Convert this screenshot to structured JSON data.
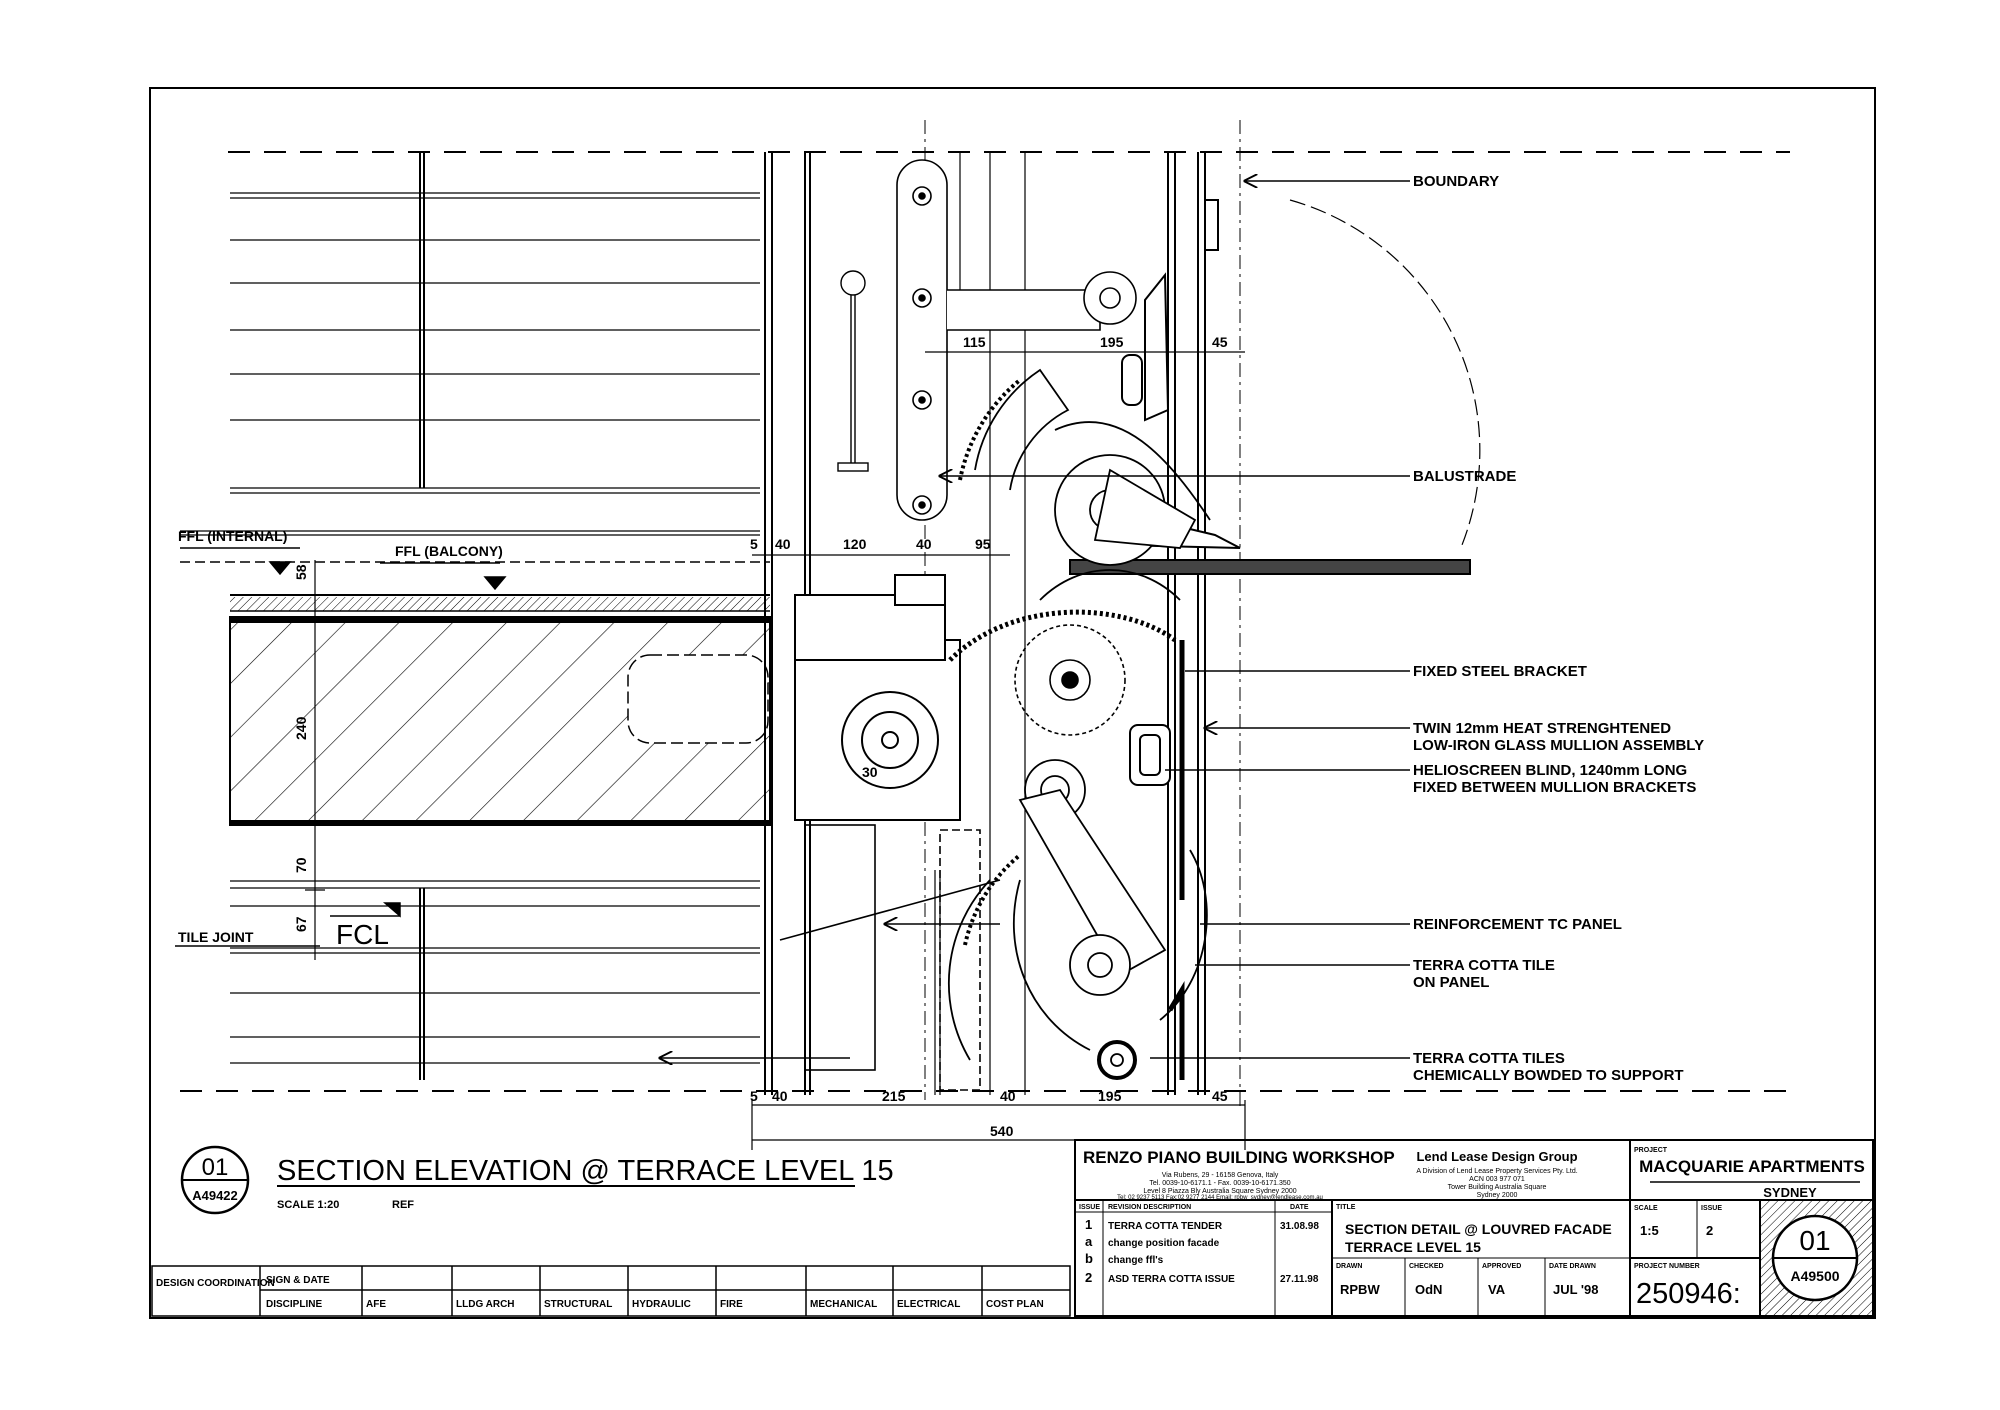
{
  "drawing": {
    "title": "SECTION ELEVATION @ TERRACE LEVEL 15",
    "number": "01",
    "sheet_ref": "A49422",
    "scale": "SCALE 1:20",
    "ref": "REF"
  },
  "labels": {
    "boundary": "BOUNDARY",
    "balustrade": "BALUSTRADE",
    "fixed_steel_bracket": "FIXED STEEL BRACKET",
    "mullion_line1": "TWIN 12mm HEAT STRENGHTENED",
    "mullion_line2": "LOW-IRON GLASS MULLION ASSEMBLY",
    "blind_line1": "HELIOSCREEN BLIND, 1240mm LONG",
    "blind_line2": "FIXED BETWEEN MULLION BRACKETS",
    "reinforcement": "REINFORCEMENT TC PANEL",
    "tc_tile_line1": "TERRA COTTA TILE",
    "tc_tile_line2": "ON PANEL",
    "tc_tiles_line1": "TERRA COTTA TILES",
    "tc_tiles_line2": "CHEMICALLY BOWDED TO SUPPORT",
    "ffl_internal": "FFL (INTERNAL)",
    "ffl_balcony": "FFL (BALCONY)",
    "tile_joint": "TILE JOINT",
    "fcl": "FCL"
  },
  "dimensions": {
    "top_115": "115",
    "top_195": "195",
    "top_45": "45",
    "mid_5": "5",
    "mid_40a": "40",
    "mid_120": "120",
    "mid_40b": "40",
    "mid_95": "95",
    "v_58": "58",
    "v_240": "240",
    "v_70": "70",
    "v_67": "67",
    "v_30": "30",
    "bot_5": "5",
    "bot_40a": "40",
    "bot_215": "215",
    "bot_40b": "40",
    "bot_195": "195",
    "bot_45": "45",
    "bot_540": "540"
  },
  "coordination": {
    "design_coordination": "DESIGN COORDINATION",
    "sign_date": "SIGN & DATE",
    "discipline": "DISCIPLINE",
    "columns": [
      "AFE",
      "LLDG ARCH",
      "STRUCTURAL",
      "HYDRAULIC",
      "FIRE",
      "MECHANICAL",
      "ELECTRICAL",
      "COST PLAN"
    ]
  },
  "title_block": {
    "firm": "RENZO PIANO BUILDING WORKSHOP",
    "firm_addr1": "Via Rubens, 29 - 16158 Genova, Italy",
    "firm_addr2": "Tel. 0039-10-6171.1 - Fax. 0039-10-6171.350",
    "firm_addr3": "Level 8 Piazza Bly Australia Square Sydney 2000",
    "firm_addr4": "Tel: 02 9237 5113 Fax:02 9277 2144 Email: rpbw_sydney@lendlease.com.au",
    "partner": "Lend Lease Design Group",
    "partner_addr1": "A Division of Lend Lease Property Services Pty. Ltd.",
    "partner_addr2": "ACN 003 977 071",
    "partner_addr3": "Tower Building Australia Square",
    "partner_addr4": "Sydney 2000",
    "issue_hdr": "ISSUE",
    "revision_hdr": "REVISION DESCRIPTION",
    "date_hdr": "DATE",
    "title_hdr": "TITLE",
    "revisions": [
      {
        "issue": "1",
        "desc": "TERRA COTTA TENDER",
        "date": "31.08.98"
      },
      {
        "issue": "a",
        "desc": "change position facade",
        "date": ""
      },
      {
        "issue": "b",
        "desc": "change ffl's",
        "date": ""
      },
      {
        "issue": "2",
        "desc": "ASD TERRA COTTA ISSUE",
        "date": "27.11.98"
      }
    ],
    "sheet_title1": "SECTION DETAIL @ LOUVRED FACADE",
    "sheet_title2": "TERRACE LEVEL 15",
    "drawn_hdr": "DRAWN",
    "checked_hdr": "CHECKED",
    "approved_hdr": "APPROVED",
    "date_drawn_hdr": "DATE DRAWN",
    "drawn": "RPBW",
    "checked": "OdN",
    "approved": "VA",
    "date_drawn": "JUL '98",
    "project_hdr": "PROJECT",
    "project": "MACQUARIE APARTMENTS",
    "city": "SYDNEY",
    "scale_hdr": "SCALE",
    "scale": "1:5",
    "issue_no_hdr": "ISSUE",
    "issue_no": "2",
    "project_number_hdr": "PROJECT NUMBER",
    "project_number": "250946:",
    "sheet_no": "01",
    "sheet_code": "A49500"
  }
}
